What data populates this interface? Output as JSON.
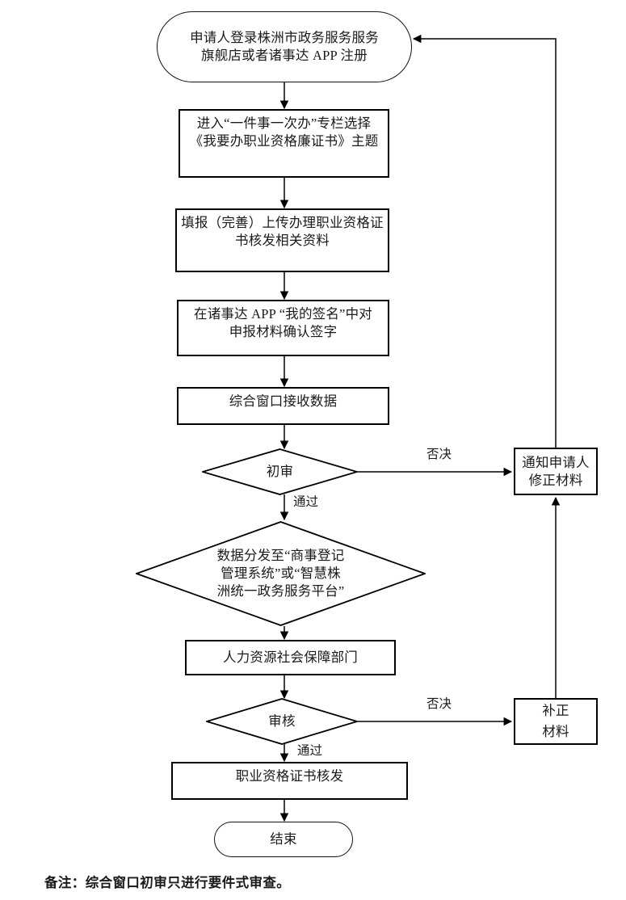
{
  "diagram": {
    "title_note": "备注：综合窗口初审只进行要件式审查。",
    "nodes": {
      "start": "申请人登录株洲市政务服务服务\n旗舰店或者诸事达 APP 注册",
      "select_topic": "进入“一件事一次办”专栏选择\n《我要办职业资格廉证书》主题",
      "upload_materials": "填报（完善）上传办理职业资格证\n书核发相关资料",
      "sign_confirm": "在诸事达 APP “我的签名”中对\n申报材料确认签字",
      "window_receive": "综合窗口接收数据",
      "first_review": "初审",
      "data_distribute": "数据分发至“商事登记\n管理系统”或“智慧株\n洲统一政务服务平台”",
      "hr_department": "人力资源社会保障部门",
      "audit": "审核",
      "issue_certificate": "职业资格证书核发",
      "end": "结束",
      "notify_applicant": "通知申请人\n修正材料",
      "supplement_materials": "补正\n材料"
    },
    "edge_labels": {
      "first_review_reject": "否决",
      "first_review_pass": "通过",
      "audit_reject": "否决",
      "audit_pass": "通过"
    },
    "colors": {
      "stroke": "#000000",
      "text": "#1a1a1a",
      "background": "#ffffff"
    }
  }
}
